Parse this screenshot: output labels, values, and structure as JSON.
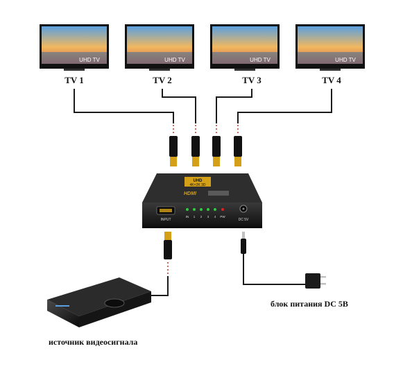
{
  "tvs": [
    {
      "label": "TV 1",
      "screen_text": "UHD TV"
    },
    {
      "label": "TV 2",
      "screen_text": "UHD TV"
    },
    {
      "label": "TV 3",
      "screen_text": "UHD TV"
    },
    {
      "label": "TV 4",
      "screen_text": "UHD TV"
    }
  ],
  "splitter": {
    "badge_top": "UHD",
    "badge_bottom": "4K×2K 3D",
    "logo_text": "HDMI",
    "input_label": "INPUT",
    "led_labels": [
      "IN",
      "1",
      "2",
      "3",
      "4",
      "PW"
    ],
    "power_port_label": "DC 5V"
  },
  "captions": {
    "power_supply": "блок питания DC 5B",
    "video_source": "источник видеосигнала"
  },
  "colors": {
    "cable": "#1a1a1a",
    "cable_dots": "#c0392b",
    "hdmi_gold": "#d4a017",
    "splitter_body": "#1c1c1c",
    "led_green": "#2ecc40",
    "led_red": "#e02020"
  }
}
